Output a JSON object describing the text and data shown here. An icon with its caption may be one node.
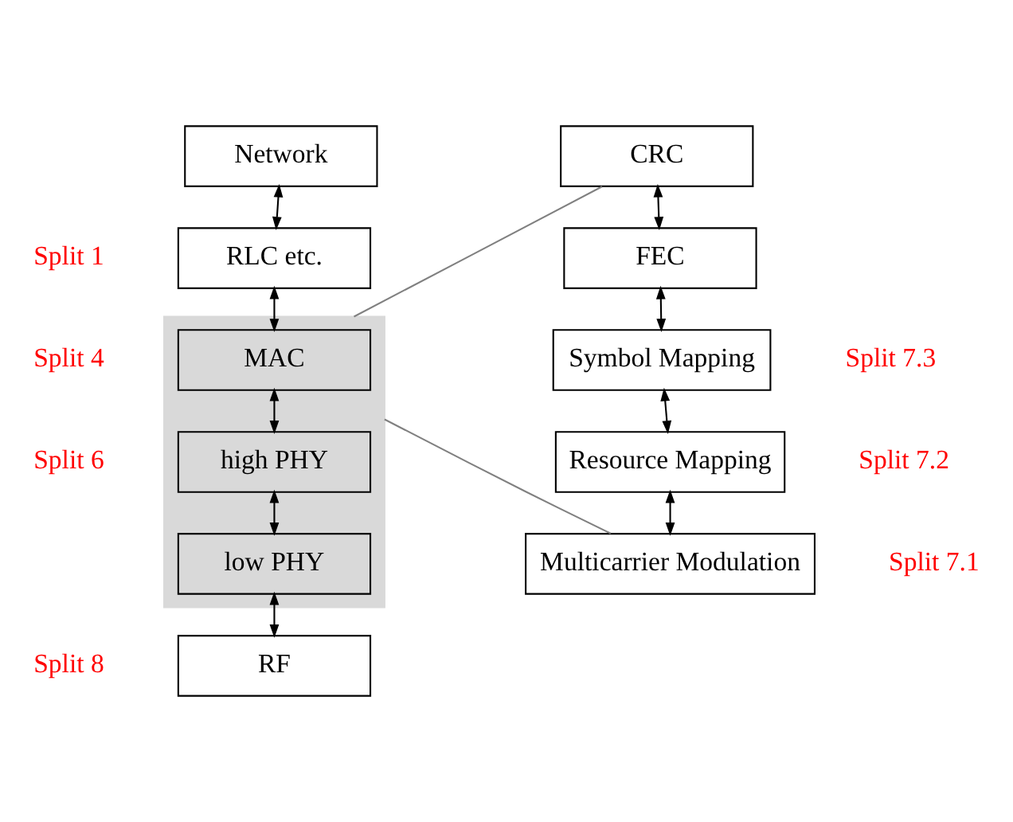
{
  "diagram": {
    "nodes": [
      {
        "text": [
          "Network"
        ]
      },
      {
        "text": [
          "RLC etc."
        ]
      },
      {
        "text": [],
        "shape": "box"
      },
      {
        "text": [
          "MAC"
        ],
        "in": 2
      },
      {
        "text": [
          "high PHY"
        ],
        "in": 2
      },
      {
        "text": [
          "low PHY"
        ],
        "in": 2
      },
      {
        "text": [
          "RF"
        ]
      },
      {
        "text": [
          "CRC"
        ]
      },
      {
        "text": [
          "FEC"
        ]
      },
      {
        "text": [
          "Symbol Mapping"
        ]
      },
      {
        "text": [
          "Resource Mapping"
        ]
      },
      {
        "text": [
          "Multicarrier Modulation"
        ]
      }
    ],
    "edges": [
      {
        "from": 0,
        "to": 1,
        "arrow": "both"
      },
      {
        "from": 1,
        "to": 3,
        "arrow": "both"
      },
      {
        "from": 3,
        "to": 4,
        "arrow": "both"
      },
      {
        "from": 4,
        "to": 5,
        "arrow": "both"
      },
      {
        "from": 5,
        "to": 6,
        "arrow": "both"
      },
      {
        "from": 7,
        "to": 8,
        "arrow": "both"
      },
      {
        "from": 8,
        "to": 9,
        "arrow": "both"
      },
      {
        "from": 9,
        "to": 10,
        "arrow": "both"
      },
      {
        "from": 10,
        "to": 11,
        "arrow": "both"
      },
      {
        "from": 2,
        "to": 7,
        "arrow": "none",
        "color": "#808080"
      },
      {
        "from": 2,
        "to": 11,
        "arrow": "none",
        "color": "#808080"
      }
    ],
    "labels": [
      "Split 1",
      "Split 4",
      "Split 6",
      "Split 8",
      "Split 7.3",
      "Split 7.2",
      "Split 7.1"
    ]
  }
}
